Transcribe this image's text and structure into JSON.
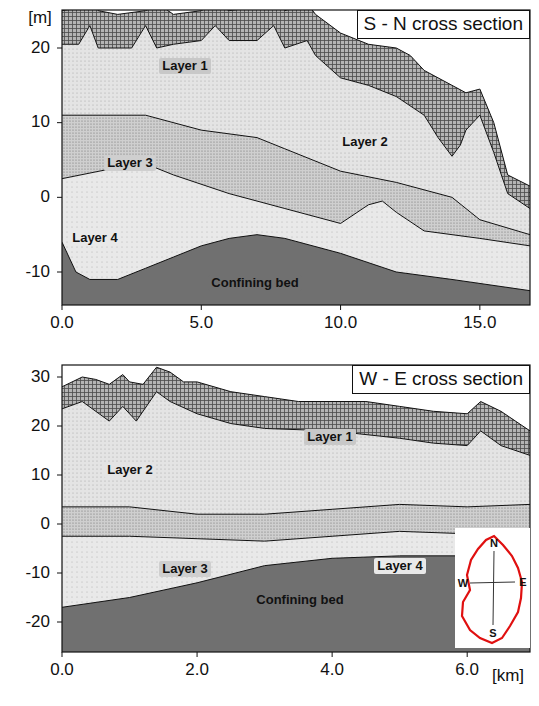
{
  "diagram": {
    "nodes": [
      {
        "text": [
          "Layer 1"
        ]
      },
      {
        "text": [
          "Layer 2"
        ]
      },
      {
        "text": [
          "Layer 3"
        ]
      },
      {
        "text": [
          "Layer 4"
        ]
      },
      {
        "text": [
          "Confining bed"
        ]
      },
      {
        "text": [
          "Layer 1"
        ]
      },
      {
        "text": [
          "Layer 2"
        ]
      },
      {
        "text": [
          "Layer 3"
        ]
      },
      {
        "text": [
          "Layer 4"
        ]
      },
      {
        "text": [
          "Confining bed"
        ]
      }
    ],
    "labels": [
      "[m]",
      "S - N cross section",
      "20",
      "10",
      "0",
      "-10",
      "0.0",
      "5.0",
      "10.0",
      "15.0",
      "W - E cross section",
      "30",
      "20",
      "10",
      "0",
      "-10",
      "-20",
      "0.0",
      "2.0",
      "4.0",
      "6.0",
      "[km]",
      "N",
      "W",
      "E",
      "S"
    ]
  }
}
